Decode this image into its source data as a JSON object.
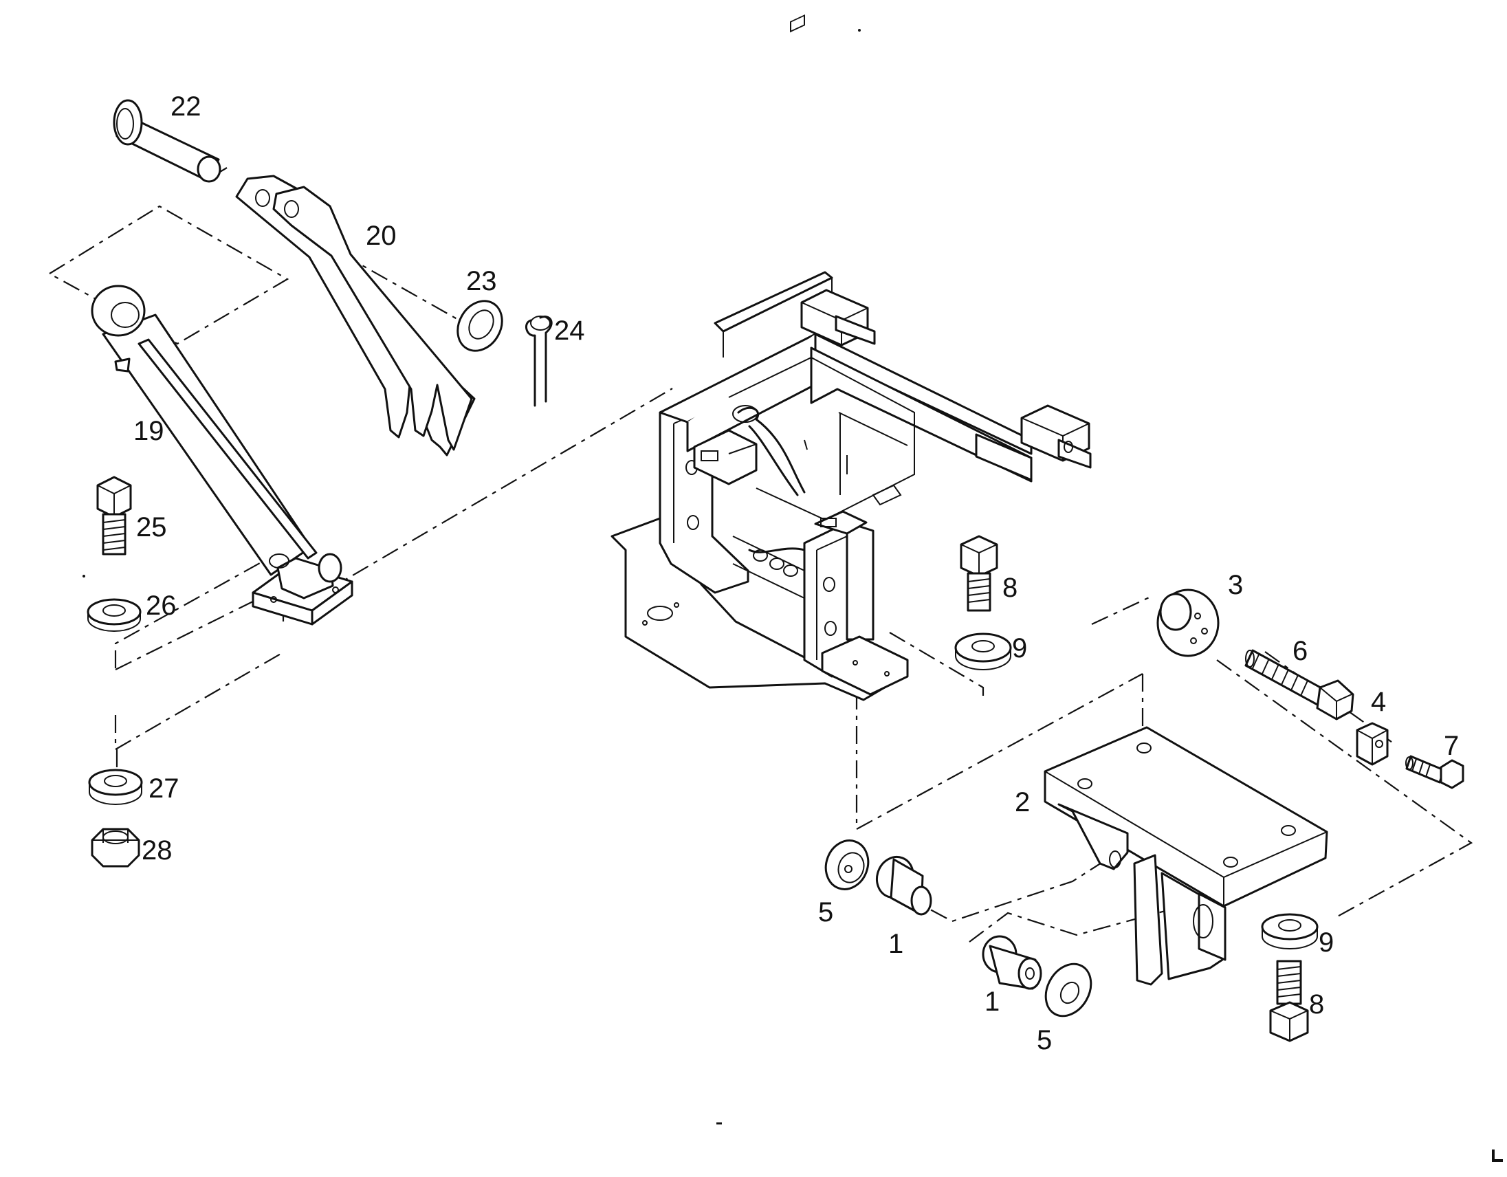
{
  "diagram": {
    "part_labels": {
      "p22": "22",
      "p20": "20",
      "p23": "23",
      "p24": "24",
      "p19": "19",
      "p25": "25",
      "p26": "26",
      "p27": "27",
      "p28": "28",
      "p8a": "8",
      "p9a": "9",
      "p3": "3",
      "p6": "6",
      "p4": "4",
      "p7": "7",
      "p2": "2",
      "p5a": "5",
      "p1a": "1",
      "p1b": "1",
      "p5b": "5",
      "p9b": "9",
      "p8b": "8"
    }
  }
}
